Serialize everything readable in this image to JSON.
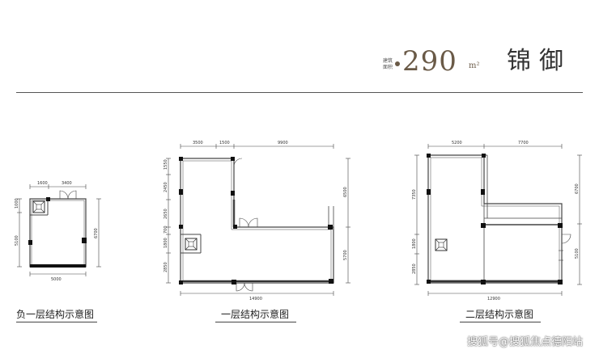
{
  "header": {
    "label_line1": "建筑",
    "label_line2": "面积",
    "area_value": "290",
    "area_unit": "m²",
    "project_name": "锦御"
  },
  "plans": [
    {
      "caption": "负一层结构示意图",
      "dims": {
        "top1": "1600",
        "top2": "3400",
        "left1": "1000",
        "left2": "5100",
        "right1": "6700",
        "bottom1": "5000"
      }
    },
    {
      "caption": "一层结构示意图",
      "dims": {
        "top1": "3500",
        "top2": "1500",
        "top3": "9900",
        "left1": "1550",
        "left2": "2450",
        "left3": "2650",
        "left4": "700",
        "left5": "1800",
        "left6": "2850",
        "right1": "6500",
        "right2": "5700",
        "bottom1": "14900"
      }
    },
    {
      "caption": "二层结构示意图",
      "dims": {
        "top1": "5200",
        "top2": "7700",
        "left1": "7350",
        "left2": "1800",
        "left3": "2850",
        "right1": "6700",
        "right2": "5100",
        "bottom1": "12900"
      }
    }
  ],
  "watermark": "搜狐号@搜狐焦点德阳站"
}
